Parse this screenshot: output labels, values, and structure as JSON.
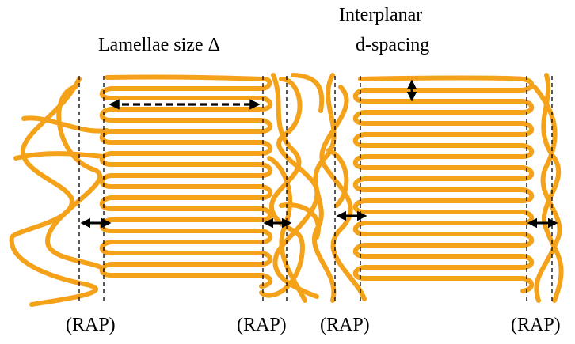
{
  "labels": {
    "lamellae_size": "Lamellae size Δ",
    "interplanar_line1": "Interplanar",
    "interplanar_line2": "d-spacing",
    "rap": [
      "(RAP)",
      "(RAP)",
      "(RAP)",
      "(RAP)"
    ]
  },
  "colors": {
    "chain": "#F5A21B",
    "arrow": "#000000",
    "dash": "#000000",
    "text": "#000000"
  },
  "icons": {
    "arrow_style": "double-headed-arrow-icon"
  }
}
